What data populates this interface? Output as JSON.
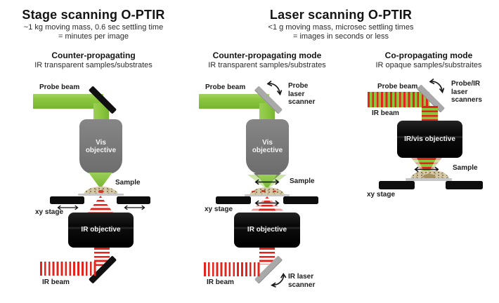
{
  "colors": {
    "probe_green": "#8cc63f",
    "ir_red": "#e2251c",
    "objective_gray": "#7d7d7d",
    "objective_black": "#0d0d0d",
    "mirror_gray": "#a9a9a9",
    "sample_tan": "#d5c9a8"
  },
  "sections": {
    "stage_scanning": {
      "title": "Stage scanning O-PTIR",
      "subtitle_line1": "~1 kg moving mass, 0.6 sec settling time",
      "subtitle_line2": "= minutes per image"
    },
    "laser_scanning": {
      "title": "Laser scanning O-PTIR",
      "subtitle_line1": "<1 g moving mass, microsec settling times",
      "subtitle_line2": "= images in seconds or less"
    }
  },
  "diagrams": [
    {
      "mode_title": "Counter-propagating",
      "mode_subtitle": "IR transparent samples/substrates",
      "labels": {
        "probe_beam": "Probe beam",
        "vis_objective": "Vis objective",
        "sample": "Sample",
        "xy_stage": "xy stage",
        "ir_objective": "IR objective",
        "ir_beam": "IR beam"
      }
    },
    {
      "mode_title": "Counter-propagating mode",
      "mode_subtitle": "IR transparent samples/substrates",
      "labels": {
        "probe_beam": "Probe beam",
        "probe_laser_scanner": "Probe laser scanner",
        "vis_objective": "Vis objective",
        "sample": "Sample",
        "xy_stage": "xy stage",
        "ir_objective": "IR objective",
        "ir_beam": "IR beam",
        "ir_laser_scanner": "IR laser scanner"
      }
    },
    {
      "mode_title": "Co-propagating mode",
      "mode_subtitle": "IR opaque samples/substraites",
      "labels": {
        "probe_beam": "Probe beam",
        "ir_beam": "IR beam",
        "probe_ir_laser_scanners": "Probe/IR laser scanners",
        "ir_vis_objective": "IR/vis objective",
        "sample": "Sample",
        "xy_stage": "xy stage"
      }
    }
  ]
}
